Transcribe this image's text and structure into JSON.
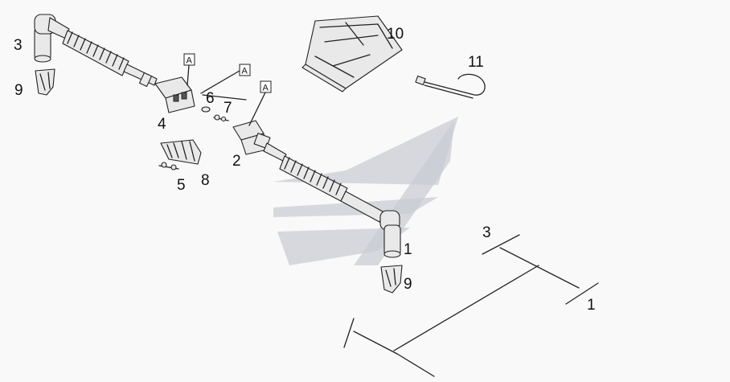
{
  "callouts": {
    "c1": "1",
    "c2": "2",
    "c3": "3",
    "c4": "4",
    "c5": "5",
    "c6": "6",
    "c7": "7",
    "c8": "8",
    "c9a": "9",
    "c9b": "9",
    "c10": "10",
    "c11": "11",
    "key_3": "3",
    "key_1": "1"
  },
  "reference_boxes": {
    "a1": "A",
    "a2": "A",
    "a3": "A"
  },
  "colors": {
    "line": "#222222",
    "watermark": "#c9ccd3",
    "background": "#f9f9f9"
  }
}
